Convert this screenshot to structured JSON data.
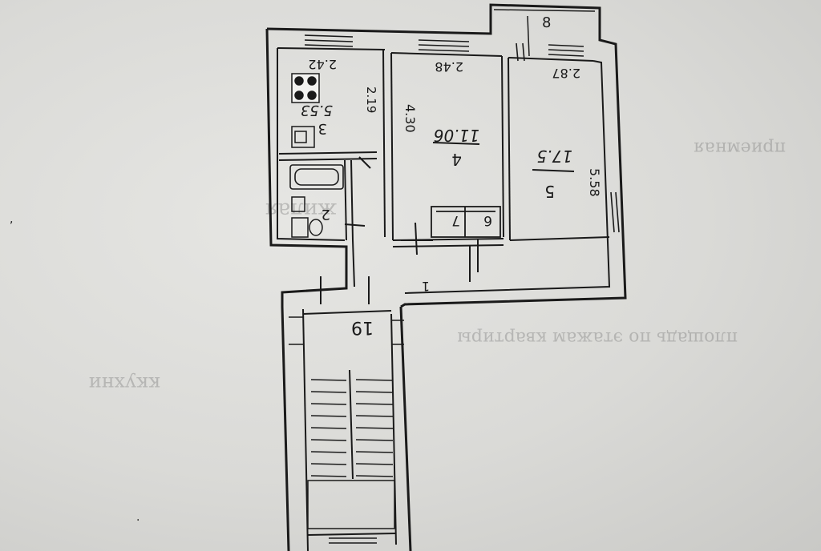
{
  "plan": {
    "balcony_label": "8",
    "rooms": [
      {
        "id": "kitchen",
        "number": "3",
        "area": "5.53",
        "dim_width": "2.42",
        "dim_length": "2.19"
      },
      {
        "id": "bathroom",
        "number": "2"
      },
      {
        "id": "room-small",
        "number": "4",
        "area": "11.06",
        "dim_width": "2.48",
        "dim_length": "4.30"
      },
      {
        "id": "room-large",
        "number": "5",
        "area": "17.5",
        "dim_width": "2.87",
        "dim_length": "5.58"
      },
      {
        "id": "closet-a",
        "number": "7"
      },
      {
        "id": "closet-b",
        "number": "6"
      },
      {
        "id": "hallway",
        "number": "1"
      },
      {
        "id": "staircase",
        "number": "19"
      }
    ]
  },
  "colors": {
    "paper": "#dadad7",
    "ink": "#1a1a1a"
  }
}
